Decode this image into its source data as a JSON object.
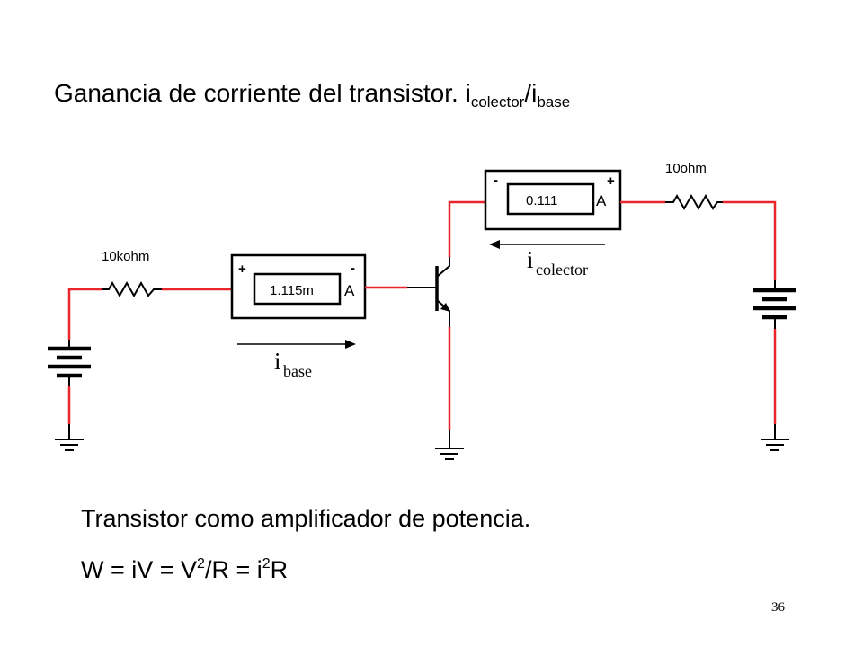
{
  "title": {
    "text": "Ganancia de corriente del transistor. i",
    "sub_collector": "colector",
    "slash_i": "/i",
    "sub_base": "base"
  },
  "circuit": {
    "base_resistor_label": "10kohm",
    "collector_resistor_label": "10ohm",
    "base_ammeter": {
      "plus": "+",
      "minus": "-",
      "reading": "1.115m",
      "unit": "A"
    },
    "collector_ammeter": {
      "minus": "-",
      "plus": "+",
      "reading": "0.111",
      "unit": "A"
    },
    "base_current": {
      "symbol": "i",
      "subscript": "base"
    },
    "collector_current": {
      "symbol": "i",
      "subscript": "colector"
    }
  },
  "body": {
    "power_amplifier_text": "Transistor como amplificador de potencia.",
    "formula": {
      "part1": "W = iV = V",
      "sup1": "2",
      "part2": "/R = i",
      "sup2": "2",
      "part3": "R"
    }
  },
  "page_number": "36",
  "colors": {
    "wire_red": "#e8262b",
    "wire_black": "#000000",
    "text": "#000000",
    "background": "#ffffff"
  }
}
